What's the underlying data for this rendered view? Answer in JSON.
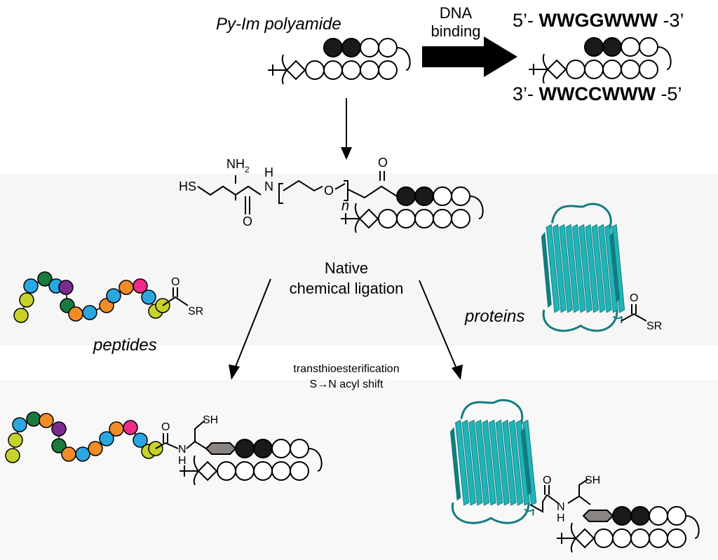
{
  "colors": {
    "teal": "#1eb5b8",
    "teal_dark": "#137c80",
    "im_black": "#1a1a1a",
    "linker_gray": "#8a8580",
    "panel_bg": "#f6f6f6",
    "peptide_palette": [
      "#c8d22a",
      "#1a7a3c",
      "#2aa6e0",
      "#7b2b8f",
      "#f28c28",
      "#ee2a8a"
    ]
  },
  "labels": {
    "py_im_polyamide": "Py-Im polyamide",
    "dna_binding_line1": "DNA",
    "dna_binding_line2": "binding",
    "dna_top_prefix": "5’- ",
    "dna_top_seq": "WWGGWWW",
    "dna_top_suffix": " -3’",
    "dna_bottom_prefix": "3’- ",
    "dna_bottom_seq": "WWCCWWW",
    "dna_bottom_suffix": " -5’",
    "native_line1": "Native",
    "native_line2": "chemical ligation",
    "peptides": "peptides",
    "proteins": "proteins",
    "reaction_line1": "transthioesterification",
    "reaction_line2": "S→N acyl shift"
  },
  "chem": {
    "nh2_n": "NH",
    "nh2_sub": "2",
    "hs": "HS",
    "amide_h": "H",
    "amide_n": "N",
    "o": "O",
    "n_repeat": "n",
    "sh": "SH",
    "sr": "SR",
    "nh_n": "N",
    "nh_h": "H"
  },
  "peptide_sequence": [
    0,
    0,
    2,
    1,
    2,
    3,
    1,
    4,
    2,
    4,
    2,
    4,
    5,
    2,
    0,
    0
  ],
  "peptide_sequence_bottom": [
    0,
    0,
    2,
    1,
    4,
    3,
    1,
    4,
    2,
    4,
    2,
    4,
    5,
    2,
    0,
    0
  ]
}
